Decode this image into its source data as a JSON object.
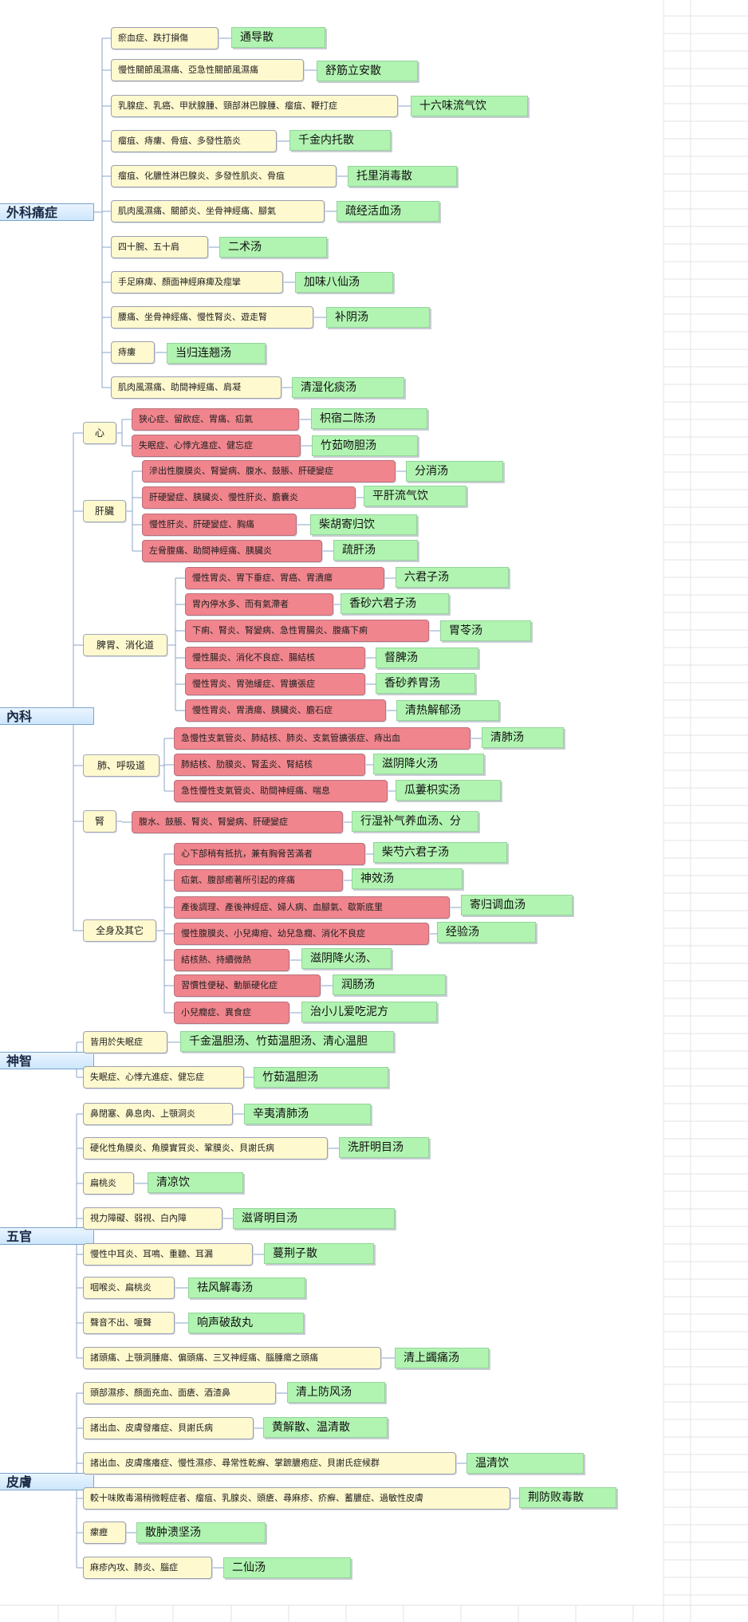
{
  "groups": [
    {
      "name": "外科痛症",
      "children": [
        {
          "cond": "瘀血症、跌打損傷",
          "rx": "通导散"
        },
        {
          "cond": "慢性關節風濕痛、亞急性關節風濕痛",
          "rx": "舒筋立安散"
        },
        {
          "cond": "乳腺症、乳癌、甲狀腺腫、頸部淋巴腺腫、瘤疽、鞭打症",
          "rx": "十六味流气饮"
        },
        {
          "cond": "瘤疽、痔瘻、骨疽、多發性筋炎",
          "rx": "千金内托散"
        },
        {
          "cond": "瘤疽、化膿性淋巴腺炎、多發性肌炎、骨疽",
          "rx": "托里消毒散"
        },
        {
          "cond": "肌肉風濕痛、關節炎、坐骨神經痛、腳氣",
          "rx": "疏经活血汤"
        },
        {
          "cond": "四十腕、五十肩",
          "rx": "二术汤"
        },
        {
          "cond": "手足麻痺、顏面神經麻痺及痙攣",
          "rx": "加味八仙汤"
        },
        {
          "cond": "腰痛、坐骨神經痛、慢性腎炎、遊走腎",
          "rx": "补阴汤"
        },
        {
          "cond": "痔瘻",
          "rx": "当归连翘汤"
        },
        {
          "cond": "肌肉風濕痛、助間神經痛、肩凝",
          "rx": "清湿化痰汤"
        }
      ]
    },
    {
      "name": "內科",
      "children": [
        {
          "cat": "心",
          "items": [
            {
              "cond": "狭心症、留飲症、胃痛、疝氣",
              "rx": "枳宿二陈汤"
            },
            {
              "cond": "失眠症、心悸亢進症、健忘症",
              "rx": "竹茹吻胆汤"
            }
          ]
        },
        {
          "cat": "肝臟",
          "items": [
            {
              "cond": "滲出性腹膜炎、腎變病、腹水、鼓脹、肝硬變症",
              "rx": "分消汤"
            },
            {
              "cond": "肝硬變症、胰臟炎、慢性肝炎、膽囊炎",
              "rx": "平肝流气饮"
            },
            {
              "cond": "慢性肝炎、肝硬變症、胸痛",
              "rx": "柴胡寄归饮"
            },
            {
              "cond": "左脅腹痛、助間神經痛、胰臟炎",
              "rx": "疏肝汤"
            }
          ]
        },
        {
          "cat": "脾胃、消化道",
          "items": [
            {
              "cond": "慢性胃炎、胃下垂症、胃癌、胃潰瘍",
              "rx": "六君子汤"
            },
            {
              "cond": "胃內停水多、而有氣滯者",
              "rx": "香砂六君子汤"
            },
            {
              "cond": "下痢、腎炎、腎變病、急性胃腸炎、腹痛下痢",
              "rx": "胃苓汤"
            },
            {
              "cond": "慢性腸炎、消化不良症、腸結核",
              "rx": "督脾汤"
            },
            {
              "cond": "慢性胃炎、胃弛緩症、胃擴張症",
              "rx": "香砂养胃汤"
            },
            {
              "cond": "慢性胃炎、胃潰瘍、胰臟炎、膽石症",
              "rx": "清热解郁汤"
            }
          ]
        },
        {
          "cat": "肺、呼吸道",
          "items": [
            {
              "cond": "急慢性支氣管炎、肺結核、肺炎、支氣管擴張症、痔出血",
              "rx": "清肺汤"
            },
            {
              "cond": "肺結核、肋膜炎、腎盂炎、腎結核",
              "rx": "滋阴降火汤"
            },
            {
              "cond": "急性慢性支氣管炎、助間神經痛、喘息",
              "rx": "瓜蔞枳实汤"
            }
          ]
        },
        {
          "cat": "腎",
          "items": [
            {
              "cond": "腹水、鼓脹、腎炎、腎變病、肝硬變症",
              "rx": "行湿补气养血汤、分"
            }
          ]
        },
        {
          "cat": "全身及其它",
          "items": [
            {
              "cond": "心下部稍有抵抗，兼有胸脅苦滿者",
              "rx": "柴芍六君子汤"
            },
            {
              "cond": "疝氣、腹部癒著所引起的疼痛",
              "rx": "神效汤"
            },
            {
              "cond": "產後調理、產後神經症、婦人病、血腳氣、歇斯底里",
              "rx": "寄归调血汤"
            },
            {
              "cond": "慢性腹膜炎、小兒痺疳、幼兒急癇、消化不良症",
              "rx": "经验汤"
            },
            {
              "cond": "結核熱、持續微熱",
              "rx": "滋阴降火汤、"
            },
            {
              "cond": "習慣性便秘、動脈硬化症",
              "rx": "润肠汤"
            },
            {
              "cond": "小兒癇症、異食症",
              "rx": "治小儿爱吃泥方"
            }
          ]
        }
      ]
    },
    {
      "name": "神智",
      "children": [
        {
          "cond": "皆用於失眠症",
          "rx": "千金温胆汤、竹茹温胆汤、清心温胆"
        },
        {
          "cond": "失眠症、心悸亢進症、健忘症",
          "rx": "竹茹温胆汤"
        }
      ]
    },
    {
      "name": "五官",
      "children": [
        {
          "cond": "鼻閉塞、鼻息肉、上顎洞炎",
          "rx": "辛夷清肺汤"
        },
        {
          "cond": "硬化性角膜炎、角膜實質炎、鞏膜炎、貝謝氏病",
          "rx": "洗肝明目汤"
        },
        {
          "cond": "扁桃炎",
          "rx": "清凉饮"
        },
        {
          "cond": "視力障礙、弱視、白內障",
          "rx": "滋肾明目汤"
        },
        {
          "cond": "慢性中耳炎、耳鳴、重聽、耳漏",
          "rx": "蔓荆子散"
        },
        {
          "cond": "咽喉炎、扁桃炎",
          "rx": "祛风解毒汤"
        },
        {
          "cond": "聲音不出、嗄聲",
          "rx": "响声破敌丸"
        },
        {
          "cond": "諸頭痛、上顎洞腫瘍、偏頭痛、三叉神經痛、腦腫瘍之頭痛",
          "rx": "清上蠲痛汤"
        }
      ]
    },
    {
      "name": "皮膚",
      "children": [
        {
          "cond": "頭部濕疹、顏面充血、面瘡、酒渣鼻",
          "rx": "清上防风汤"
        },
        {
          "cond": "諸出血、皮膚發癢症、貝謝氏病",
          "rx": "黄解散、温清散"
        },
        {
          "cond": "諸出血、皮膚瘙癢症、慢性濕疹、尋常性乾癬、掌蹠膿疱症、貝謝氏症候群",
          "rx": "温清饮"
        },
        {
          "cond": "較十味敗毒湯稍微輕症者、瘤疽、乳腺炎、頭瘡、尋麻疹、疥癬、蓄膿症、過敏性皮膚",
          "rx": "荆防败毒散"
        },
        {
          "cond": "瘰癧",
          "rx": "散肿溃坚汤"
        },
        {
          "cond": "麻疹內攻、肺炎、腦症",
          "rx": "二仙汤"
        }
      ]
    }
  ],
  "colors": {
    "root_fill": "#cde6fb",
    "category_fill": "#fff9cf",
    "condition_yellow": "#fff9cf",
    "condition_red": "#f0858d",
    "formula_green": "#b1f3b1",
    "line": "#8aa4c8",
    "grid": "#e3e3e3"
  }
}
